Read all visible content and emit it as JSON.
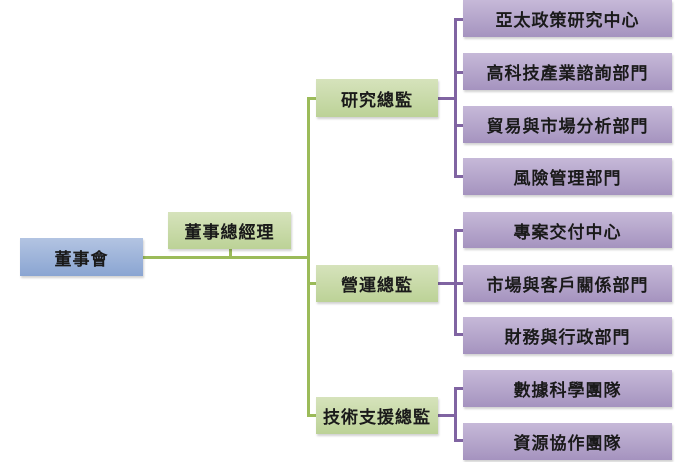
{
  "chart": {
    "title": "",
    "root": {
      "label": "董事會",
      "color": "#8aa5d2"
    },
    "assistant": {
      "label": "董事總經理",
      "color": "#bcd297"
    },
    "directors": [
      {
        "label": "研究總監",
        "departments": [
          "亞太政策研究中心",
          "高科技產業諮詢部門",
          "貿易與市場分析部門",
          "風險管理部門"
        ]
      },
      {
        "label": "營運總監",
        "departments": [
          "專案交付中心",
          "市場與客戶關係部門",
          "財務與行政部門"
        ]
      },
      {
        "label": "技術支援總監",
        "departments": [
          "數據科學團隊",
          "資源協作團隊"
        ]
      }
    ],
    "colors": {
      "level1_line": "#9bbb59",
      "level2_line": "#8064a2",
      "director_box": "#bcd297",
      "department_box": "#a593bf"
    }
  }
}
